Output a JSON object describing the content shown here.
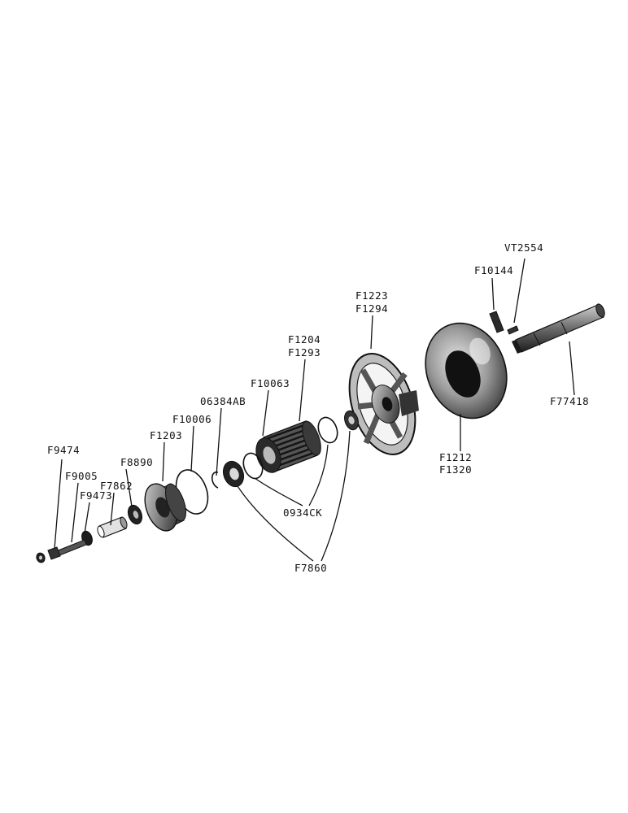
{
  "parts": {
    "vt2554": "VT2554",
    "f10144": "F10144",
    "f1223": "F1223",
    "f1294": "F1294",
    "f1204": "F1204",
    "f1293": "F1293",
    "f10063": "F10063",
    "f77418": "F77418",
    "p06384ab": "06384AB",
    "f10006": "F10006",
    "f1203": "F1203",
    "f9474": "F9474",
    "f8890": "F8890",
    "f9005": "F9005",
    "f7862": "F7862",
    "f9473": "F9473",
    "f1212": "F1212",
    "f1320": "F1320",
    "p0934ck": "0934CK",
    "f7860": "F7860"
  },
  "colors": {
    "ink": "#111111",
    "shade": "#8a8a8a",
    "paper": "#ffffff"
  }
}
